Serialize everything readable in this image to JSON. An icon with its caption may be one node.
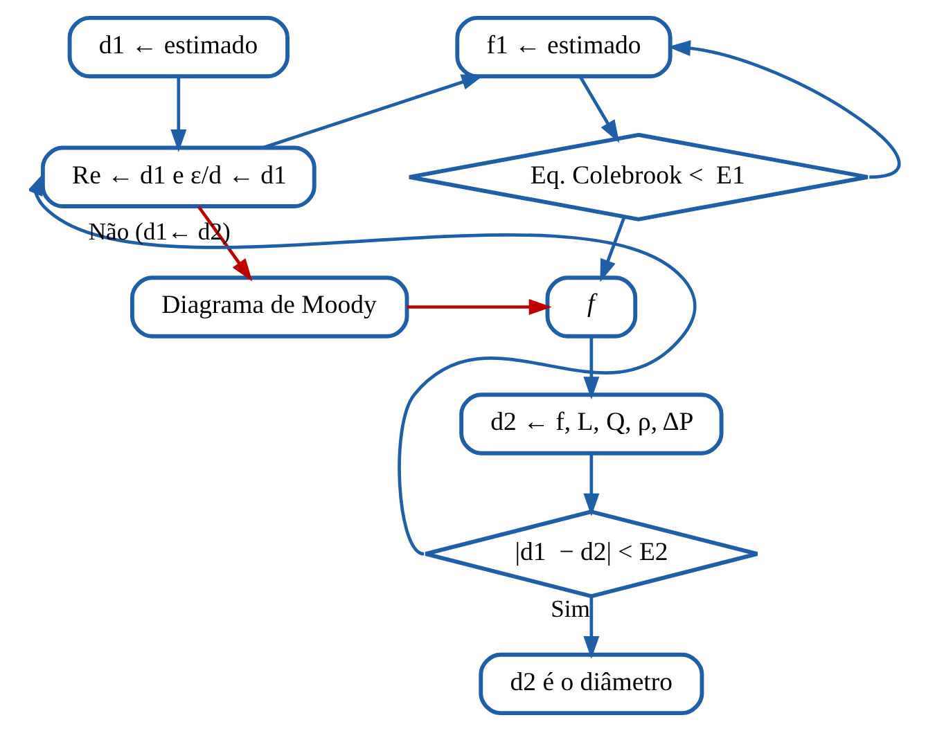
{
  "diagram": {
    "nodes": [
      {
        "text": [
          "d1 ← estimado"
        ]
      },
      {
        "text": [
          "f1 ← estimado"
        ]
      },
      {
        "text": [
          "Re ← d1 e ε/d ← d1"
        ]
      },
      {
        "text": [
          "Eq. Colebrook <  E1"
        ]
      },
      {
        "text": [
          "Diagrama de Moody"
        ]
      },
      {
        "text": [
          "f"
        ]
      },
      {
        "text": [
          "d2 ← f, L, Q, ρ, ΔP"
        ]
      },
      {
        "text": [
          "|d1  − d2| < E2"
        ]
      },
      {
        "text": [
          "d2 é o diâmetro"
        ]
      }
    ],
    "edges": [
      {
        "from": 0,
        "to": 2,
        "arrow": "to"
      },
      {
        "from": 2,
        "to": 1,
        "arrow": "to"
      },
      {
        "from": 1,
        "to": 3,
        "arrow": "to"
      },
      {
        "from": 3,
        "to": 1,
        "arrow": "to"
      },
      {
        "from": 3,
        "to": 5,
        "arrow": "to"
      },
      {
        "from": 2,
        "to": 4,
        "arrow": "to",
        "color": "#c00000"
      },
      {
        "from": 4,
        "to": 5,
        "arrow": "to",
        "color": "#c00000"
      },
      {
        "from": 5,
        "to": 6,
        "arrow": "to"
      },
      {
        "from": 6,
        "to": 7,
        "arrow": "to"
      },
      {
        "from": 7,
        "to": 2,
        "arrow": "to",
        "label": "Não (d1← d2)"
      },
      {
        "from": 7,
        "to": 8,
        "arrow": "to",
        "label": "Sim"
      }
    ]
  }
}
